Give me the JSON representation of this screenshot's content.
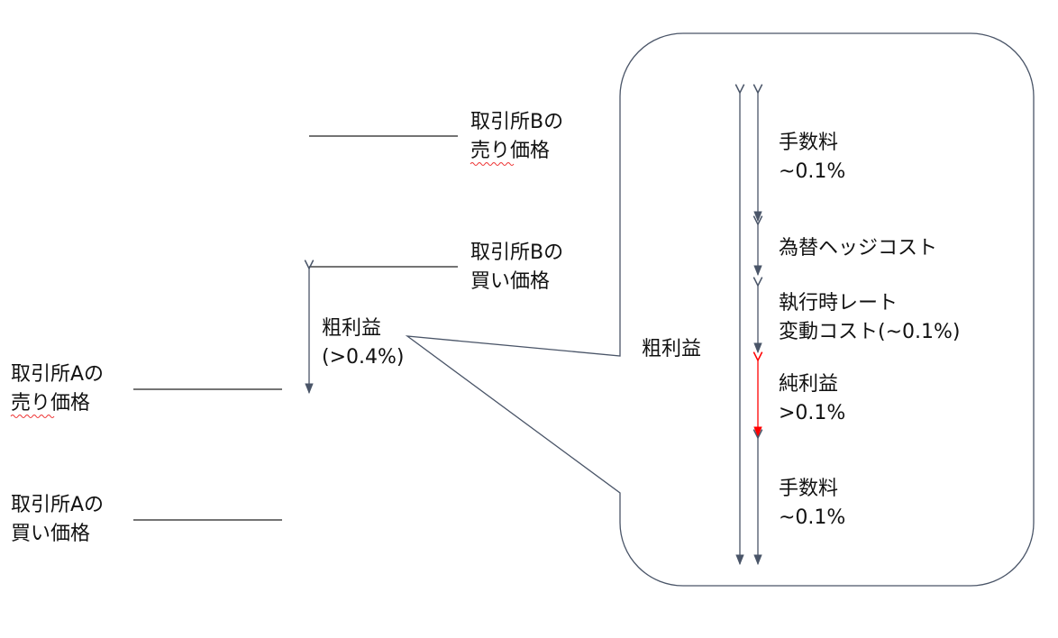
{
  "left": {
    "b_sell": [
      "取引所Bの",
      "売り価格"
    ],
    "b_buy": [
      "取引所Bの",
      "買い価格"
    ],
    "a_sell": [
      "取引所Aの",
      "売り価格"
    ],
    "a_buy": [
      "取引所Aの",
      "買い価格"
    ],
    "gross": [
      "粗利益",
      "(>0.4%)"
    ]
  },
  "callout": {
    "gross_label": "粗利益",
    "items": [
      {
        "lines": [
          "手数料",
          "~0.1%"
        ],
        "color": "#4a5568"
      },
      {
        "lines": [
          "為替ヘッジコスト"
        ],
        "color": "#4a5568"
      },
      {
        "lines": [
          "執行時レート",
          "変動コスト(~0.1%)"
        ],
        "color": "#4a5568"
      },
      {
        "lines": [
          "純利益",
          ">0.1%"
        ],
        "color": "#ff0000"
      },
      {
        "lines": [
          "手数料",
          "~0.1%"
        ],
        "color": "#4a5568"
      }
    ]
  },
  "colors": {
    "arrow": "#4a5568",
    "net_profit_arrow": "#ff0000",
    "callout_border": "#4a5568"
  }
}
